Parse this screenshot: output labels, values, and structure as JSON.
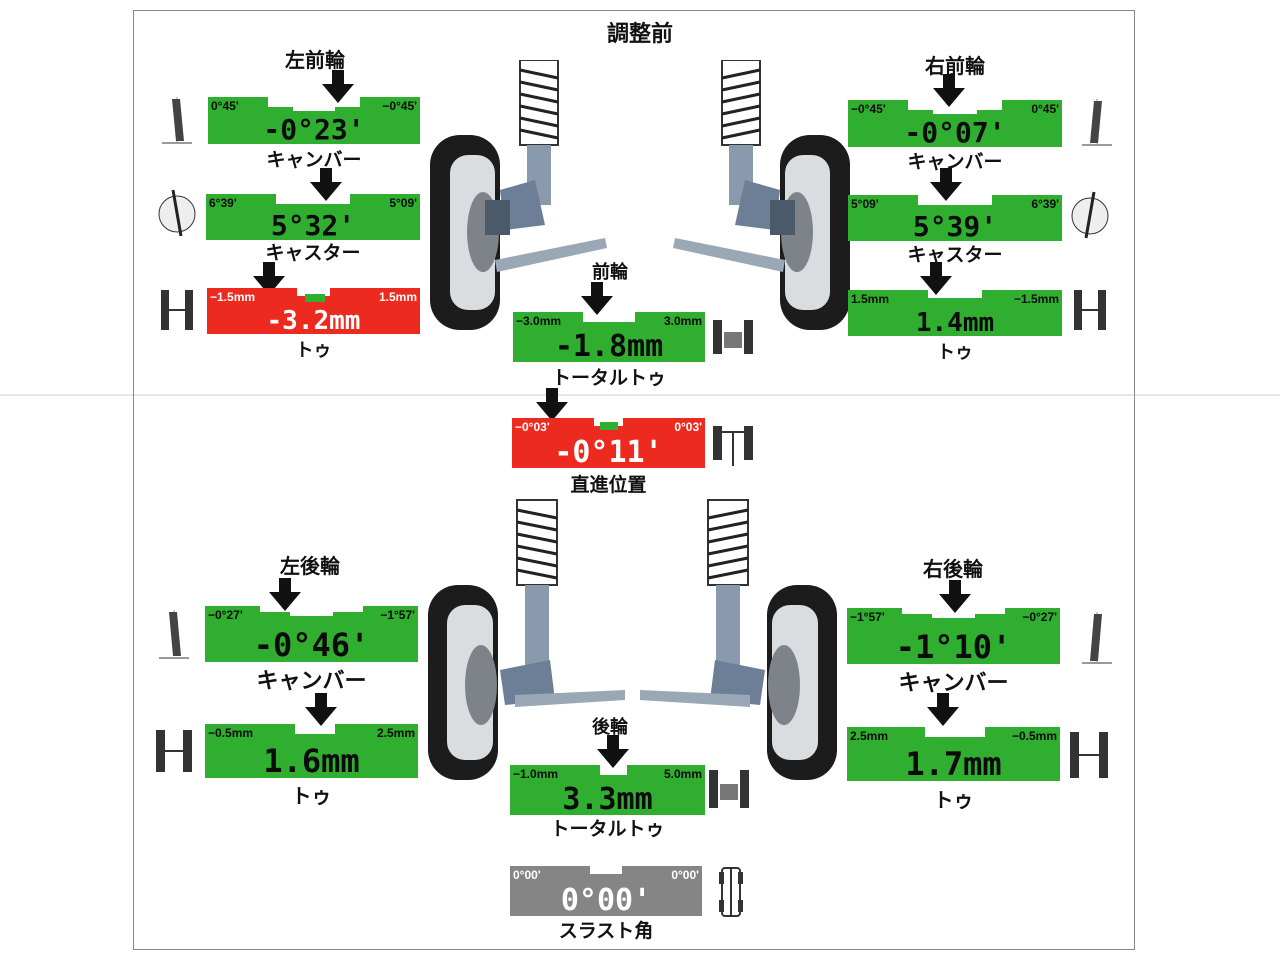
{
  "title": "調整前",
  "front": {
    "label": "前輪",
    "left": {
      "label": "左前輪",
      "camber": {
        "min": "0°45'",
        "max": "−0°45'",
        "value": "-0°23'",
        "caption": "キャンバー",
        "status": "ok"
      },
      "caster": {
        "min": "6°39'",
        "max": "5°09'",
        "value": "5°32'",
        "caption": "キャスター",
        "status": "ok"
      },
      "toe": {
        "min": "−1.5mm",
        "max": "1.5mm",
        "value": "-3.2mm",
        "caption": "トゥ",
        "status": "out"
      }
    },
    "right": {
      "label": "右前輪",
      "camber": {
        "min": "−0°45'",
        "max": "0°45'",
        "value": "-0°07'",
        "caption": "キャンバー",
        "status": "ok"
      },
      "caster": {
        "min": "5°09'",
        "max": "6°39'",
        "value": "5°39'",
        "caption": "キャスター",
        "status": "ok"
      },
      "toe": {
        "min": "1.5mm",
        "max": "−1.5mm",
        "value": "1.4mm",
        "caption": "トゥ",
        "status": "ok"
      }
    },
    "total_toe": {
      "min": "−3.0mm",
      "max": "3.0mm",
      "value": "-1.8mm",
      "caption": "トータルトゥ",
      "status": "ok"
    },
    "straight": {
      "min": "−0°03'",
      "max": "0°03'",
      "value": "-0°11'",
      "caption": "直進位置",
      "status": "out"
    }
  },
  "rear": {
    "label": "後輪",
    "left": {
      "label": "左後輪",
      "camber": {
        "min": "−0°27'",
        "max": "−1°57'",
        "value": "-0°46'",
        "caption": "キャンバー",
        "status": "ok"
      },
      "toe": {
        "min": "−0.5mm",
        "max": "2.5mm",
        "value": "1.6mm",
        "caption": "トゥ",
        "status": "ok"
      }
    },
    "right": {
      "label": "右後輪",
      "camber": {
        "min": "−1°57'",
        "max": "−0°27'",
        "value": "-1°10'",
        "caption": "キャンバー",
        "status": "ok"
      },
      "toe": {
        "min": "2.5mm",
        "max": "−0.5mm",
        "value": "1.7mm",
        "caption": "トゥ",
        "status": "ok"
      }
    },
    "total_toe": {
      "min": "−1.0mm",
      "max": "5.0mm",
      "value": "3.3mm",
      "caption": "トータルトゥ",
      "status": "ok"
    },
    "thrust": {
      "min": "0°00'",
      "max": "0°00'",
      "value": "0°00'",
      "caption": "スラスト角",
      "status": "neutral"
    }
  },
  "colors": {
    "ok": "#2fae2f",
    "out": "#ec2a1f",
    "neutral": "#858585"
  }
}
